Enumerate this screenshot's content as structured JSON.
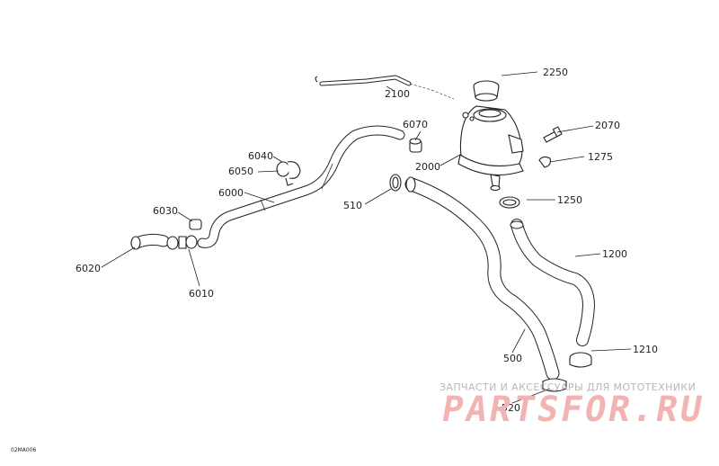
{
  "labels": {
    "p2250": "2250",
    "p2100": "2100",
    "p2070": "2070",
    "p6070": "6070",
    "p1275": "1275",
    "p2000": "2000",
    "p6040": "6040",
    "p6050": "6050",
    "p6000": "6000",
    "p510": "510",
    "p1250": "1250",
    "p6030": "6030",
    "p1200": "1200",
    "p6020": "6020",
    "p6010": "6010",
    "p500": "500",
    "p1210": "1210",
    "p520": "520"
  },
  "diagram_code": "02MA006",
  "watermark": {
    "tagline": "ЗАПЧАСТИ И АКСЕССУАРЫ ДЛЯ МОТОТЕХНИКИ",
    "logo": "PARTSFOR.RU"
  },
  "colors": {
    "line": "#222222",
    "watermark_logo": "#f2b3b3",
    "watermark_text": "#b8b8b8"
  }
}
